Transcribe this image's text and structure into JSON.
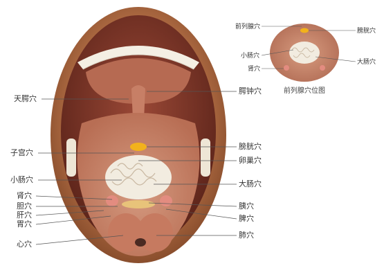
{
  "left_labels": [
    {
      "id": "tianqiao",
      "text": "天腭穴"
    },
    {
      "id": "zigong",
      "text": "子宫穴"
    },
    {
      "id": "xiaochang",
      "text": "小肠穴"
    },
    {
      "id": "shen",
      "text": "肾穴"
    },
    {
      "id": "dan",
      "text": "胆穴"
    },
    {
      "id": "gan",
      "text": "肝穴"
    },
    {
      "id": "wei",
      "text": "胃穴"
    },
    {
      "id": "xin",
      "text": "心穴"
    }
  ],
  "right_labels": [
    {
      "id": "eqiao",
      "text": "腭钟穴"
    },
    {
      "id": "pangguang",
      "text": "膀胱穴"
    },
    {
      "id": "luanchao",
      "text": "卵巢穴"
    },
    {
      "id": "dachang",
      "text": "大肠穴"
    },
    {
      "id": "yi",
      "text": "胰穴"
    },
    {
      "id": "pi",
      "text": "脾穴"
    },
    {
      "id": "fei",
      "text": "肺穴"
    }
  ],
  "inset": {
    "labels": [
      {
        "id": "qianliexian",
        "text": "前列腺穴"
      },
      {
        "id": "pangguang",
        "text": "膀胱穴"
      },
      {
        "id": "xiaochang",
        "text": "小肠穴"
      },
      {
        "id": "dachang",
        "text": "大肠穴"
      },
      {
        "id": "shen",
        "text": "肾穴"
      }
    ],
    "caption": "前列腺穴位图"
  },
  "colors": {
    "lip": "#a8663f",
    "mouth_inner": "#6e2e22",
    "tongue": "#c98468",
    "tongue_tip": "#c67a60",
    "teeth": "#f4efe4",
    "intestine": "#f2ece0",
    "bladder": "#f2b21c",
    "kidney": "#e38c80",
    "leader": "#555555"
  }
}
